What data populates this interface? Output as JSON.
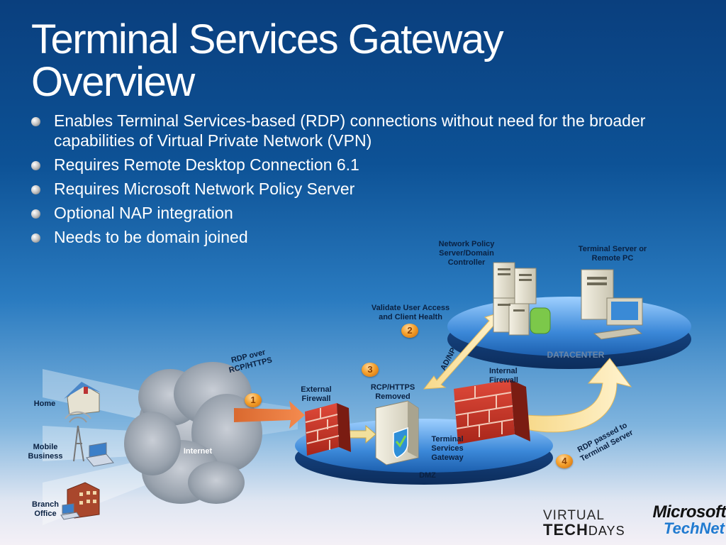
{
  "slide": {
    "title_line1": "Terminal Services Gateway",
    "title_line2": "Overview",
    "bullets": [
      "Enables Terminal Services-based (RDP) connections without need for the broader capabilities of Virtual Private Network (VPN)",
      "Requires Remote Desktop Connection 6.1",
      "Requires Microsoft Network Policy Server",
      "Optional NAP integration",
      "Needs to be domain joined"
    ]
  },
  "diagram": {
    "clients": {
      "home": "Home",
      "mobile": "Mobile Business",
      "branch": "Branch Office"
    },
    "internet": "Internet",
    "rdp_over": "RDP over RCP/HTTPS",
    "external_firewall": "External Firewall",
    "rcp_removed": "RCP/HTTPS Removed",
    "ts_gateway": "Terminal Services Gateway",
    "dmz": "DMZ",
    "internal_firewall": "Internal Firewall",
    "ad_np": "AD/NP",
    "validate": "Validate User Access and Client Health",
    "nps": "Network Policy Server/Domain Controller",
    "ts_server": "Terminal Server or Remote PC",
    "datacenter": "DATACENTER",
    "rdp_passed": "RDP passed to Terminal Server",
    "steps": [
      "1",
      "2",
      "3",
      "4"
    ]
  },
  "branding": {
    "virtual": "VIRTUAL",
    "tech": "TECH",
    "days": "DAYS",
    "microsoft": "Microsoft",
    "technet": "TechNet"
  }
}
